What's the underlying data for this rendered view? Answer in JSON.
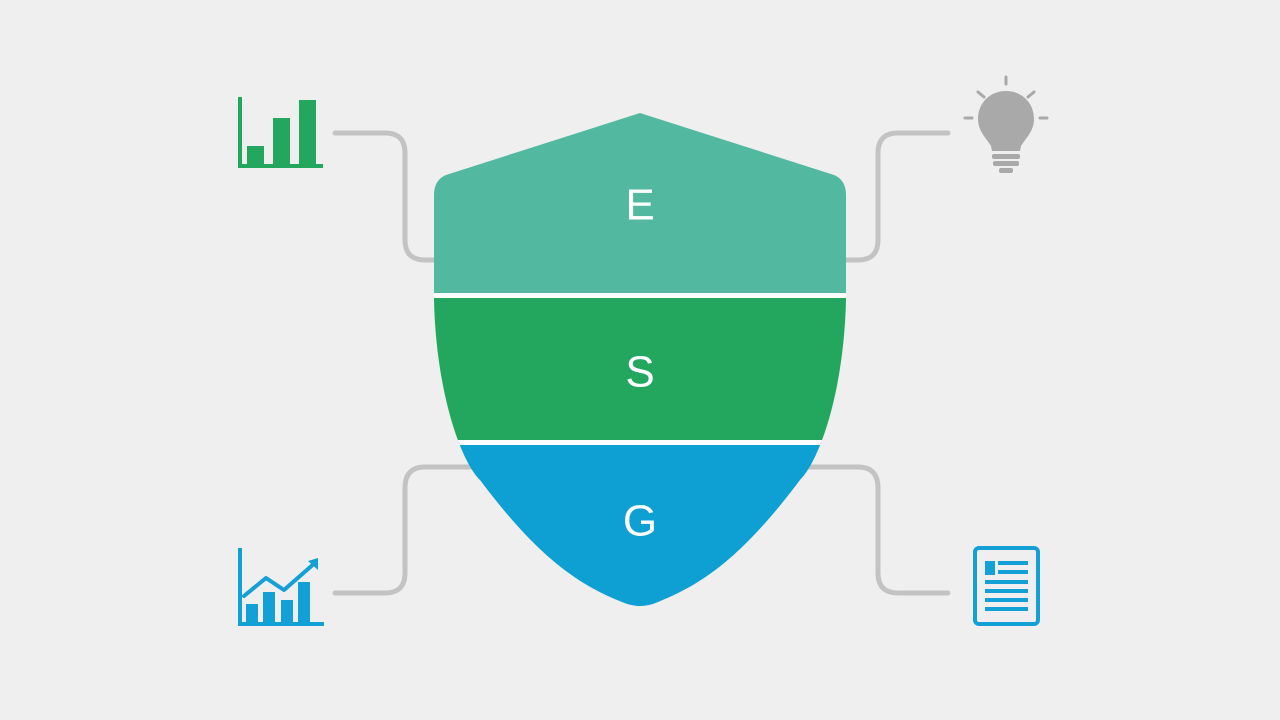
{
  "diagram": {
    "title": "",
    "shield": {
      "segments": [
        {
          "letter": "E",
          "color": "#52b8a0"
        },
        {
          "letter": "S",
          "color": "#23a65e"
        },
        {
          "letter": "G",
          "color": "#0ea0d2"
        }
      ],
      "divider_color": "#ffffff"
    },
    "connector_color": "#c3c3c3",
    "icons": [
      {
        "name": "bar-chart-icon",
        "color": "#23a65e"
      },
      {
        "name": "lightbulb-icon",
        "color": "#a9a9a9"
      },
      {
        "name": "trend-chart-icon",
        "color": "#12a0d6"
      },
      {
        "name": "document-icon",
        "color": "#12a0d6"
      }
    ]
  }
}
